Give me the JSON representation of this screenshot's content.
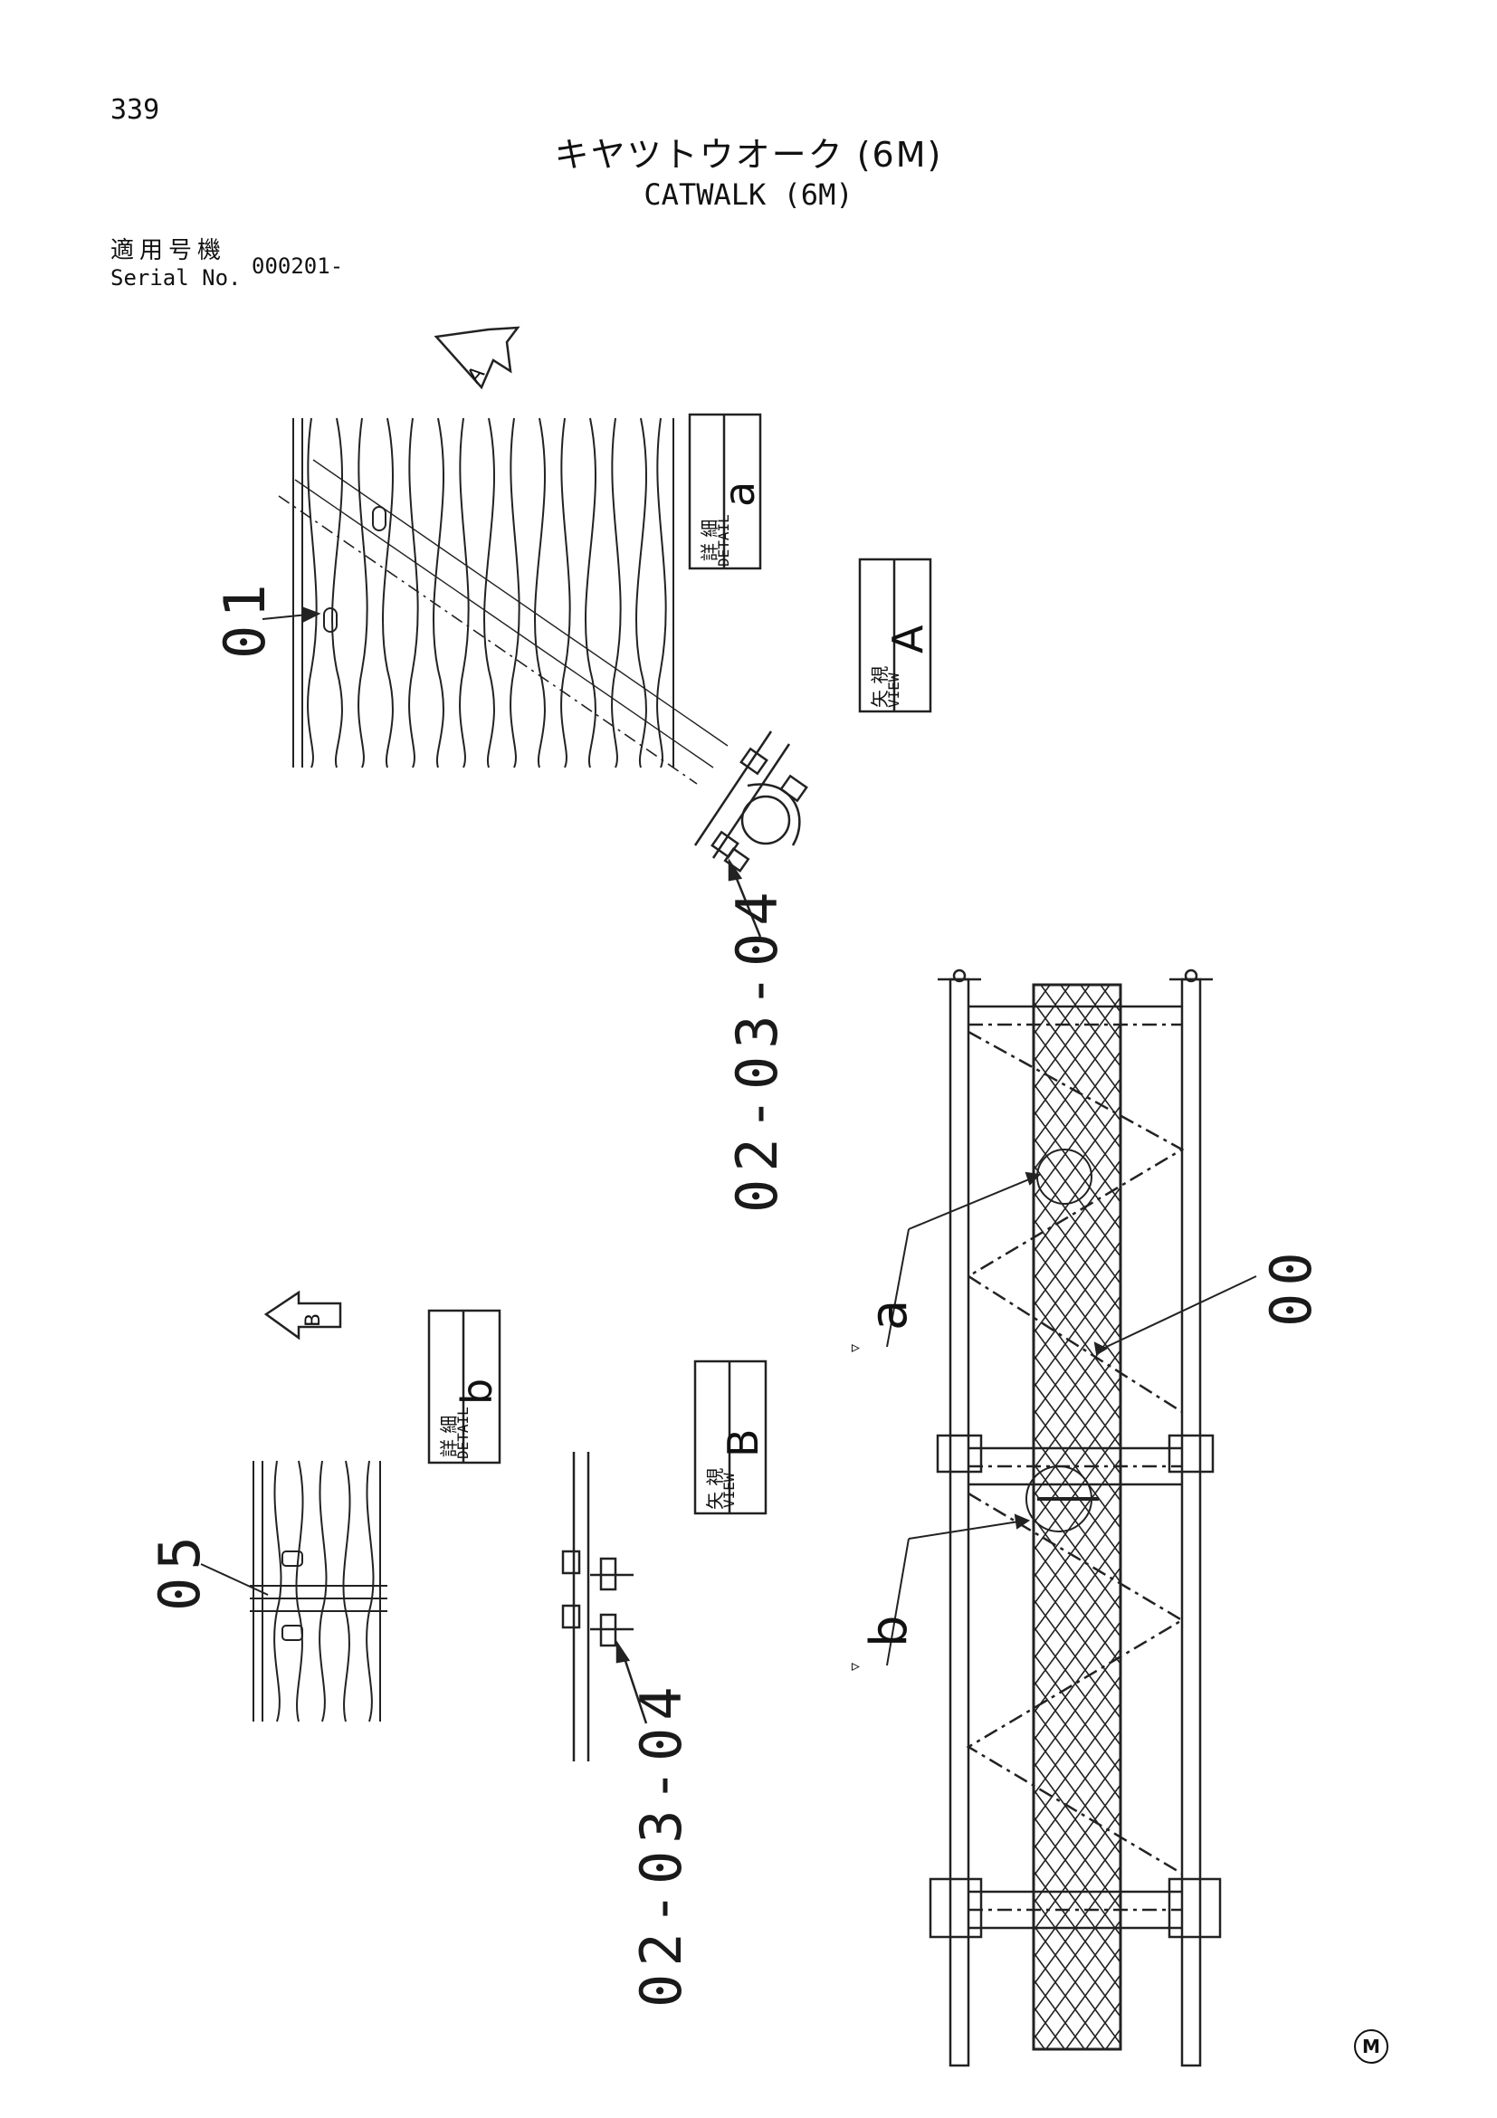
{
  "header": {
    "page_number": "339",
    "title_jp": "キヤツトウオーク (6M)",
    "title_en": "CATWALK (6M)",
    "serial_label_jp": "適用号機",
    "serial_label_en": "Serial No.",
    "serial_value": "000201-"
  },
  "parts": {
    "p01": "01",
    "p00": "00",
    "p05": "05",
    "ref1": "02-03-04",
    "ref2": "02-03-04"
  },
  "labels": {
    "detail_jp": "詳 細",
    "detail_en": "DETAIL",
    "view_jp": "矢 視",
    "view_en": "VIEW",
    "detail_a": "a",
    "detail_b": "b",
    "view_a": "A",
    "view_b": "B",
    "arrow_a": "A",
    "arrow_b": "B",
    "callout_a": "a",
    "callout_b": "b",
    "tri": "▿"
  },
  "footer": {
    "mark": "M"
  }
}
